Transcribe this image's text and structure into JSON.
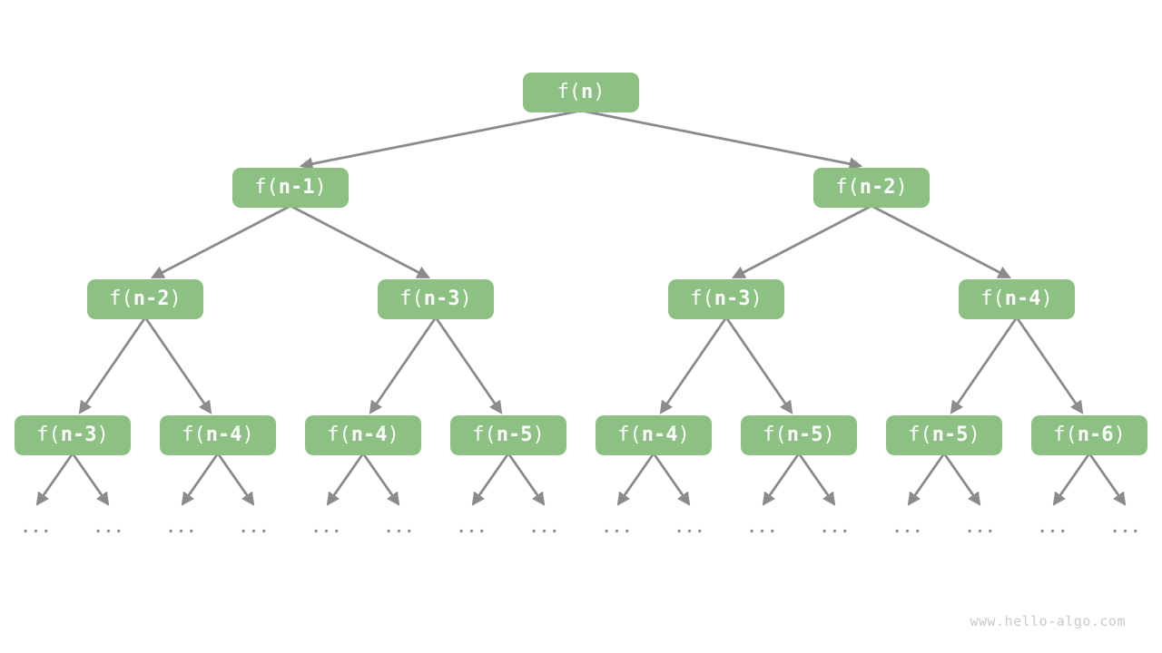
{
  "diagram_type": "recursion-tree",
  "colors": {
    "node_fill": "#8CC183",
    "node_text": "#ffffff",
    "arrow": "#8b8b8b",
    "ellipsis": "#8b8b8b",
    "watermark": "#c9c9c9",
    "background": "#ffffff"
  },
  "tree": {
    "levels": [
      [
        {
          "prefix": "f(",
          "arg": "n",
          "suffix": ")"
        }
      ],
      [
        {
          "prefix": "f(",
          "arg": "n-1",
          "suffix": ")"
        },
        {
          "prefix": "f(",
          "arg": "n-2",
          "suffix": ")"
        }
      ],
      [
        {
          "prefix": "f(",
          "arg": "n-2",
          "suffix": ")"
        },
        {
          "prefix": "f(",
          "arg": "n-3",
          "suffix": ")"
        },
        {
          "prefix": "f(",
          "arg": "n-3",
          "suffix": ")"
        },
        {
          "prefix": "f(",
          "arg": "n-4",
          "suffix": ")"
        }
      ],
      [
        {
          "prefix": "f(",
          "arg": "n-3",
          "suffix": ")"
        },
        {
          "prefix": "f(",
          "arg": "n-4",
          "suffix": ")"
        },
        {
          "prefix": "f(",
          "arg": "n-4",
          "suffix": ")"
        },
        {
          "prefix": "f(",
          "arg": "n-5",
          "suffix": ")"
        },
        {
          "prefix": "f(",
          "arg": "n-4",
          "suffix": ")"
        },
        {
          "prefix": "f(",
          "arg": "n-5",
          "suffix": ")"
        },
        {
          "prefix": "f(",
          "arg": "n-5",
          "suffix": ")"
        },
        {
          "prefix": "f(",
          "arg": "n-6",
          "suffix": ")"
        }
      ]
    ]
  },
  "ellipsis": "...",
  "watermark": {
    "text": "www.hello-algo.com"
  }
}
